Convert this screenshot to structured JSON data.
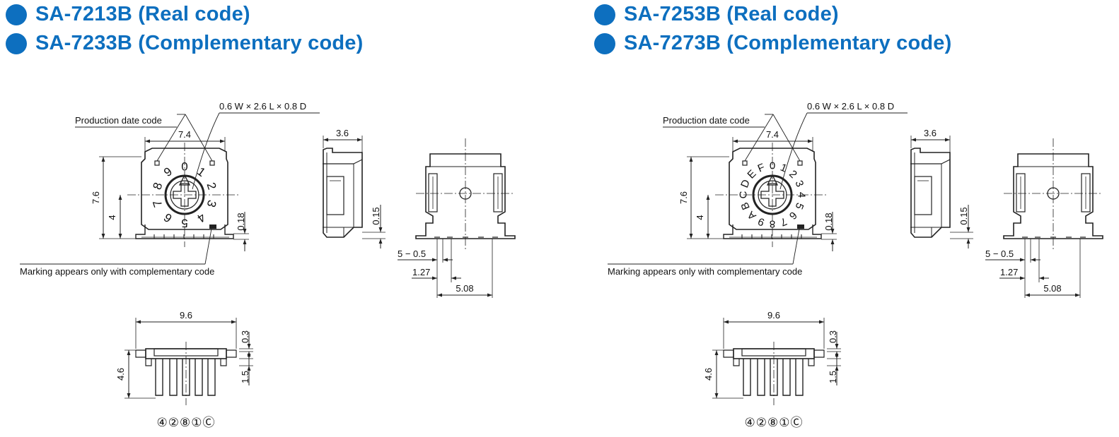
{
  "left": {
    "headings": [
      "SA-7213B (Real code)",
      "SA-7233B (Complementary code)"
    ],
    "dial_digits": [
      "0",
      "1",
      "2",
      "3",
      "4",
      "5",
      "6",
      "7",
      "8",
      "9"
    ],
    "callouts": {
      "date_code": "Production date code",
      "slot": "0.6 W × 2.6 L × 0.8 D",
      "marking": "Marking appears only with complementary code"
    },
    "front_dims": {
      "width": "7.4",
      "height": "7.6",
      "center": "4",
      "offset": "0.18"
    },
    "side_dims": {
      "width": "3.6",
      "offset": "0.15"
    },
    "rear_dims": {
      "pitch_a": "5 − 0.5",
      "pitch_b": "1.27",
      "span": "5.08"
    },
    "bottom_dims": {
      "width": "9.6",
      "height": "4.6",
      "top": "0.3",
      "lead": "1.5"
    },
    "pin_codes": "④②⑧①Ⓒ"
  },
  "right": {
    "headings": [
      "SA-7253B (Real code)",
      "SA-7273B (Complementary code)"
    ],
    "dial_digits": [
      "0",
      "1",
      "2",
      "3",
      "4",
      "5",
      "6",
      "7",
      "8",
      "9",
      "A",
      "B",
      "C",
      "D",
      "E",
      "F"
    ],
    "callouts": {
      "date_code": "Production date code",
      "slot": "0.6 W × 2.6 L × 0.8 D",
      "marking": "Marking appears only with complementary code"
    },
    "front_dims": {
      "width": "7.4",
      "height": "7.6",
      "center": "4",
      "offset": "0.18"
    },
    "side_dims": {
      "width": "3.6",
      "offset": "0.15"
    },
    "rear_dims": {
      "pitch_a": "5 − 0.5",
      "pitch_b": "1.27",
      "span": "5.08"
    },
    "bottom_dims": {
      "width": "9.6",
      "height": "4.6",
      "top": "0.3",
      "lead": "1.5"
    },
    "pin_codes": "④②⑧①Ⓒ"
  },
  "colors": {
    "heading": "#0d6fbf",
    "line": "#222222"
  }
}
